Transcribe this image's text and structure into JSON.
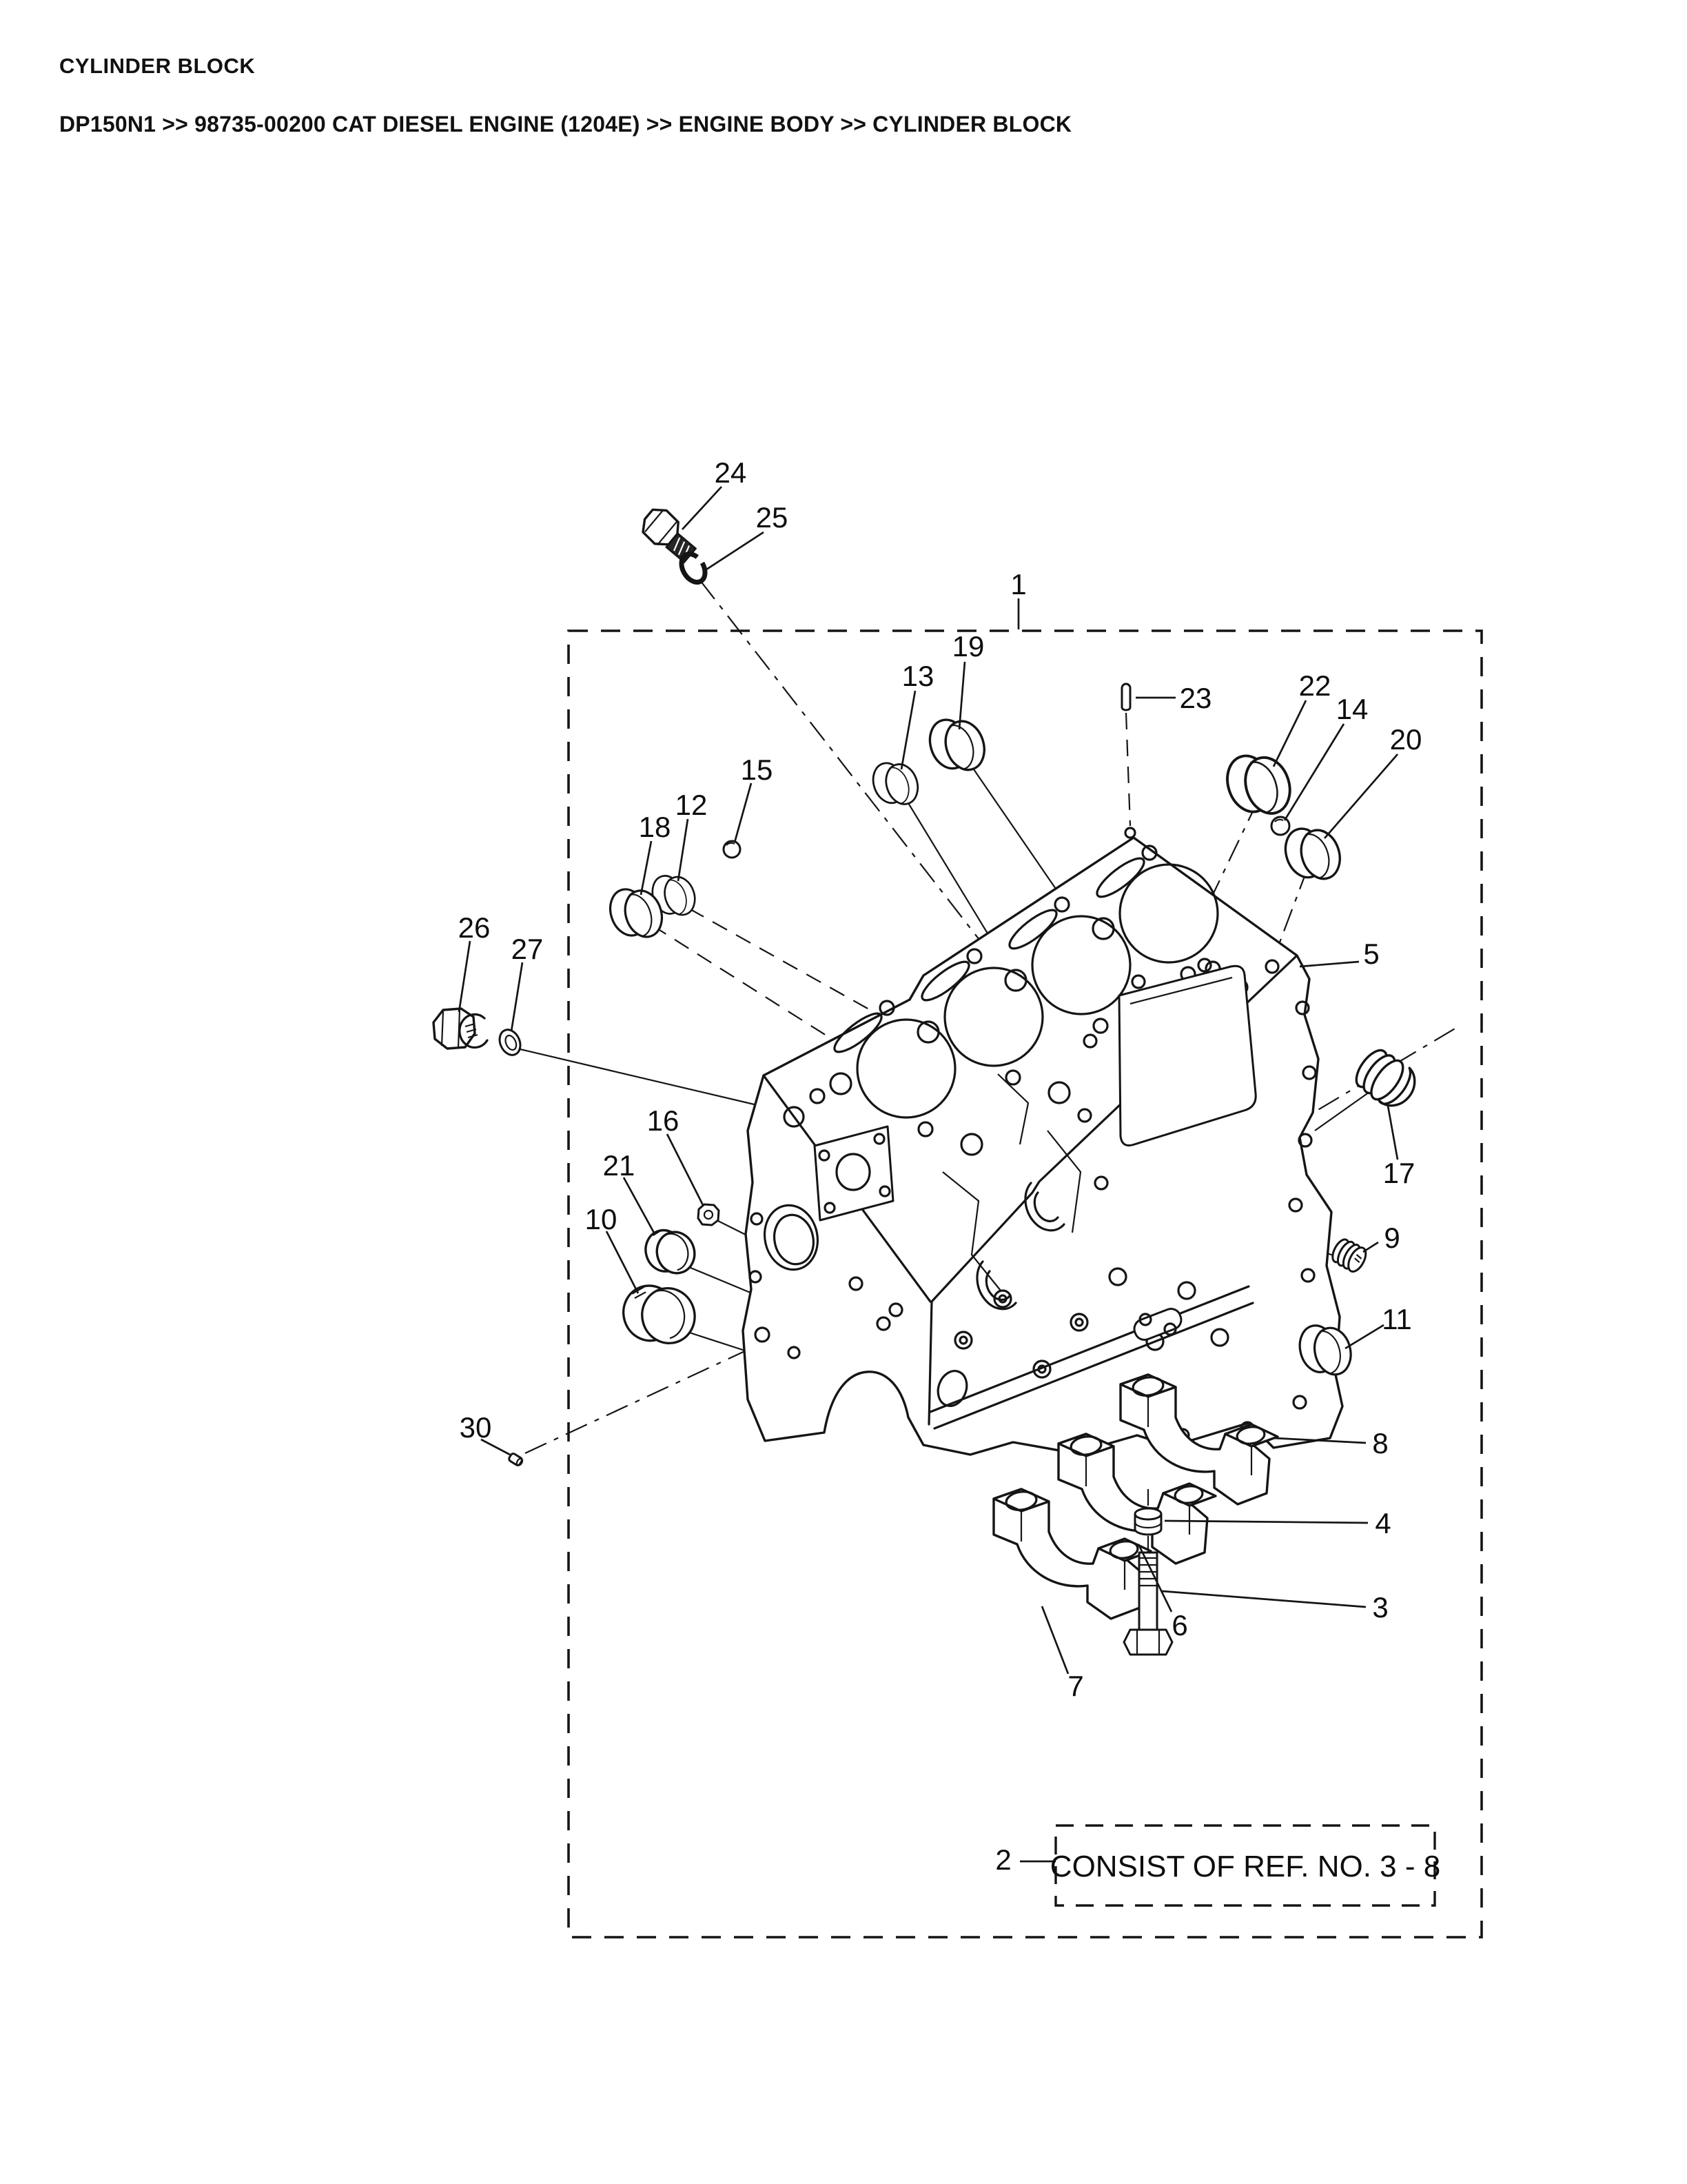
{
  "page": {
    "title": "CYLINDER BLOCK",
    "breadcrumb": "DP150N1 >> 98735-00200 CAT DIESEL ENGINE (1204E) >> ENGINE BODY >> CYLINDER BLOCK"
  },
  "colors": {
    "ink": "#151515",
    "background": "#ffffff"
  },
  "diagram": {
    "note": {
      "text": "CONSIST OF REF. NO. 3 - 8"
    },
    "callouts": [
      {
        "number": "24"
      },
      {
        "number": "25"
      },
      {
        "number": "1"
      },
      {
        "number": "19"
      },
      {
        "number": "13"
      },
      {
        "number": "23"
      },
      {
        "number": "22"
      },
      {
        "number": "14"
      },
      {
        "number": "20"
      },
      {
        "number": "15"
      },
      {
        "number": "12"
      },
      {
        "number": "18"
      },
      {
        "number": "26"
      },
      {
        "number": "27"
      },
      {
        "number": "5"
      },
      {
        "number": "17"
      },
      {
        "number": "9"
      },
      {
        "number": "11"
      },
      {
        "number": "16"
      },
      {
        "number": "21"
      },
      {
        "number": "10"
      },
      {
        "number": "30"
      },
      {
        "number": "8"
      },
      {
        "number": "4"
      },
      {
        "number": "3"
      },
      {
        "number": "6"
      },
      {
        "number": "7"
      },
      {
        "number": "2"
      }
    ]
  }
}
